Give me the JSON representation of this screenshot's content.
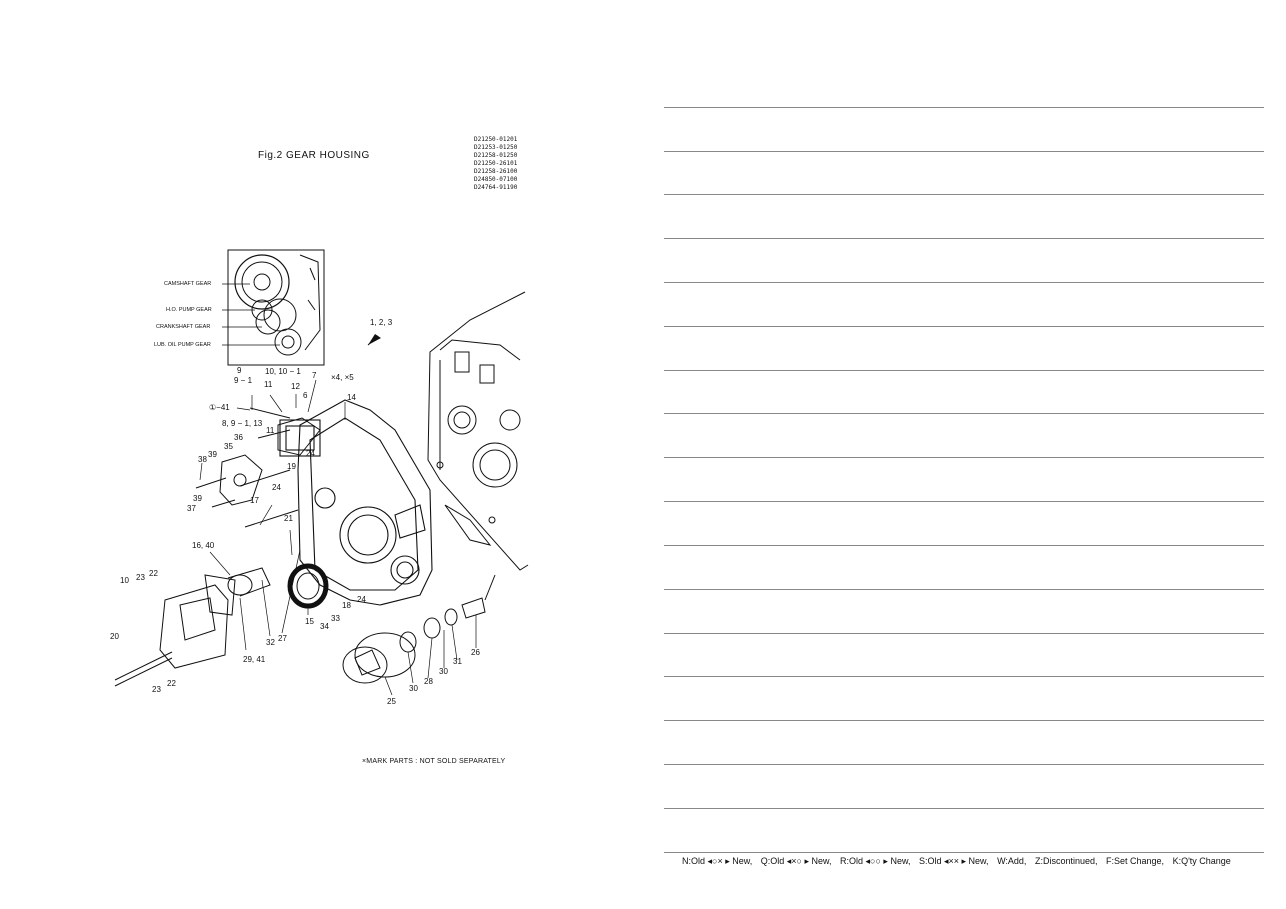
{
  "figure": {
    "title": "Fig.2  GEAR HOUSING",
    "part_codes": [
      "D21250-01201",
      "D21253-01250",
      "D21258-01250",
      "D21250-26101",
      "D21258-26100",
      "D24850-07100",
      "D24764-91190"
    ],
    "footnote": "×MARK PARTS : NOT SOLD SEPARATELY"
  },
  "inset": {
    "labels": [
      "CAMSHAFT GEAR",
      "H.O. PUMP GEAR",
      "CRANKSHAFT GEAR",
      "LUB. OIL PUMP GEAR"
    ]
  },
  "callouts": [
    "1, 2, 3",
    "9",
    "9 − 1",
    "10, 10 − 1",
    "11",
    "12",
    "6",
    "7",
    "×4, ×5",
    "14",
    "①−41",
    "8, 9 − 1, 13",
    "11",
    "19",
    "24",
    "36",
    "35",
    "39",
    "38",
    "24",
    "39",
    "37",
    "17",
    "21",
    "16, 40",
    "10",
    "23",
    "22",
    "20",
    "23",
    "22",
    "29, 41",
    "32",
    "27",
    "15",
    "34",
    "33",
    "18",
    "24",
    "25",
    "30",
    "28",
    "30",
    "31",
    "26"
  ],
  "legend": {
    "items": [
      "N:Old ◂○× ▸ New,",
      "Q:Old ◂×○ ▸ New,",
      "R:Old ◂○○ ▸ New,",
      "S:Old ◂×× ▸ New,",
      "W:Add,",
      "Z:Discontinued,",
      "F:Set Change,",
      "K:Q'ty Change"
    ]
  }
}
